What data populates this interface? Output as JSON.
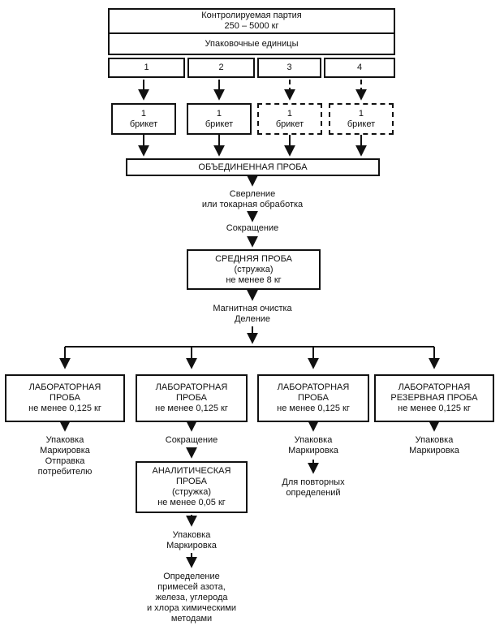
{
  "flowchart": {
    "controlled_batch": "Контролируемая партия\n250 – 5000 кг",
    "packaging_units_header": "Упаковочные единицы",
    "packaging_units": [
      {
        "label": "1"
      },
      {
        "label": "2"
      },
      {
        "label": "3"
      },
      {
        "label": "4"
      }
    ],
    "briquettes": [
      {
        "label": "1\nбрикет",
        "border": "solid"
      },
      {
        "label": "1\nбрикет",
        "border": "solid"
      },
      {
        "label": "1\nбрикет",
        "border": "dashed"
      },
      {
        "label": "1\nбрикет",
        "border": "dashed"
      }
    ],
    "combined_sample": "ОБЪЕДИНЕННАЯ ПРОБА",
    "step_drilling": "Сверление\nили токарная обработка",
    "step_reduction": "Сокращение",
    "average_sample": "СРЕДНЯЯ ПРОБА\n(стружка)\nне менее 8 кг",
    "step_magnetic": "Магнитная очистка\nДеление",
    "lab_samples": [
      {
        "label": "ЛАБОРАТОРНАЯ\nПРОБА\nне менее 0,125 кг"
      },
      {
        "label": "ЛАБОРАТОРНАЯ\nПРОБА\nне менее 0,125 кг"
      },
      {
        "label": "ЛАБОРАТОРНАЯ\nПРОБА\nне менее 0,125 кг"
      },
      {
        "label": "ЛАБОРАТОРНАЯ\nРЕЗЕРВНАЯ ПРОБА\nне менее 0,125 кг"
      }
    ],
    "branch1_note": "Упаковка\nМаркировка\nОтправка\nпотребителю",
    "branch2_reduction": "Сокращение",
    "analytical_sample": "АНАЛИТИЧЕСКАЯ\nПРОБА\n(стружка)\nне менее 0,05 кг",
    "branch2_packing": "Упаковка\nМаркировка",
    "branch2_final": "Определение\nпримесей азота,\nжелеза, углерода\nи хлора химическими\nметодами",
    "branch3_packing": "Упаковка\nМаркировка",
    "branch3_final": "Для повторных\nопределений",
    "branch4_packing": "Упаковка\nМаркировка",
    "line_color": "#111111"
  }
}
